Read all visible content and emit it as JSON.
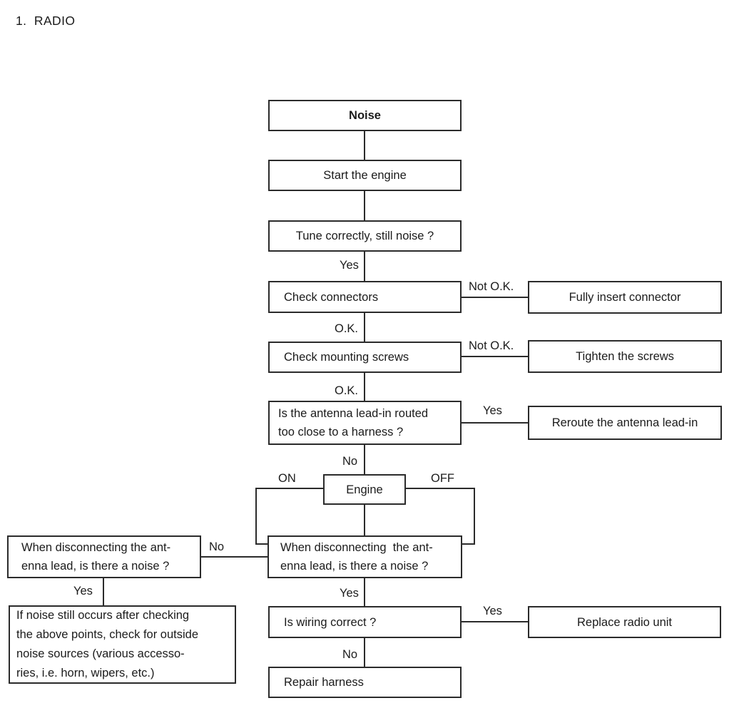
{
  "page": {
    "title": "1.  RADIO"
  },
  "colors": {
    "line": "#2b2b2b",
    "text": "#1b1b1b",
    "background": "#ffffff"
  },
  "flowchart": {
    "nodes": {
      "noise": "Noise",
      "start_engine": "Start the engine",
      "tune": "Tune correctly, still noise ?",
      "check_connectors": "Check connectors",
      "fully_insert": "Fully insert connector",
      "check_screws": "Check mounting screws",
      "tighten_screws": "Tighten the screws",
      "antenna_routed": "Is the antenna lead-in routed\ntoo close to a harness ?",
      "reroute": "Reroute the antenna lead-in",
      "engine": "Engine",
      "disconnect_left": "When disconnecting the ant-\nenna lead, is there a noise ?",
      "disconnect_center": "When disconnecting  the ant-\nenna lead, is there a noise ?",
      "outside_noise": "If noise still occurs after checking\nthe above points, check for outside\nnoise sources (various accesso-\nries, i.e. horn, wipers, etc.)",
      "wiring": "Is wiring correct ?",
      "replace_radio": "Replace radio unit",
      "repair_harness": "Repair harness"
    },
    "labels": {
      "tune_yes": "Yes",
      "connectors_not_ok": "Not O.K.",
      "connectors_ok": "O.K.",
      "screws_not_ok": "Not O.K.",
      "screws_ok": "O.K.",
      "antenna_yes": "Yes",
      "antenna_no": "No",
      "engine_on": "ON",
      "engine_off": "OFF",
      "disconnect_no": "No",
      "disconnect_left_yes": "Yes",
      "disconnect_center_yes": "Yes",
      "wiring_yes": "Yes",
      "wiring_no": "No"
    }
  }
}
